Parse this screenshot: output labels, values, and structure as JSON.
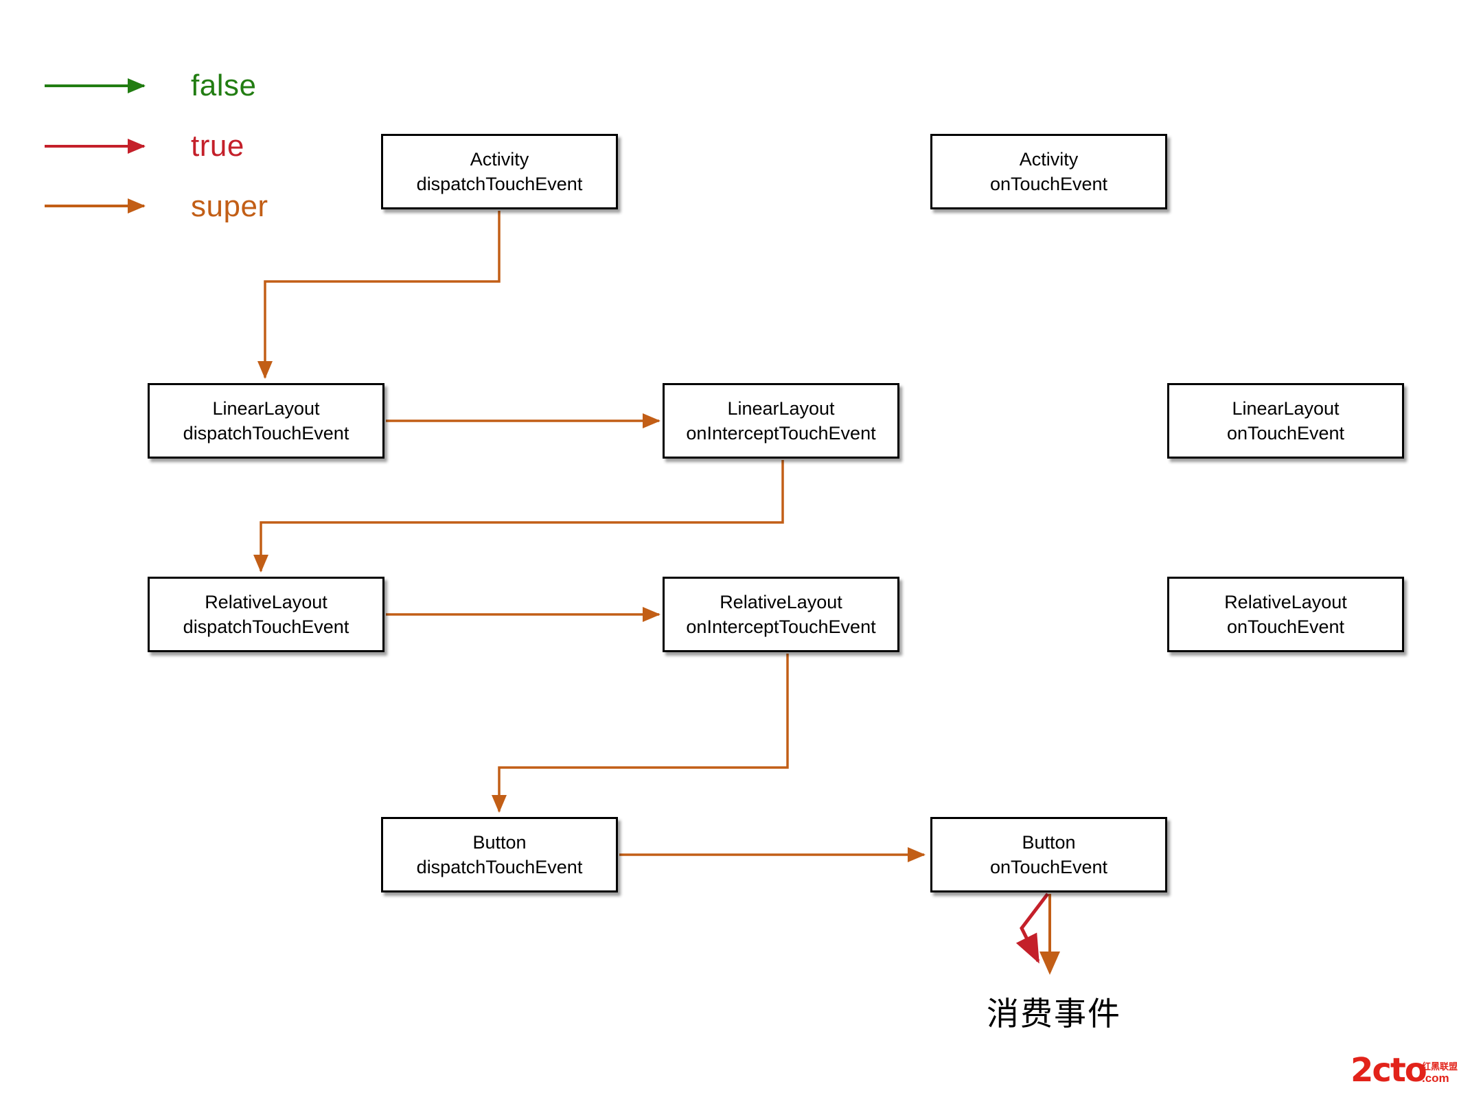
{
  "legend": {
    "items": [
      {
        "label": "false",
        "color": "#227D12"
      },
      {
        "label": "true",
        "color": "#C4202A"
      },
      {
        "label": "super",
        "color": "#C25E16"
      }
    ]
  },
  "nodes": {
    "activity_dispatch": {
      "line1": "Activity",
      "line2": "dispatchTouchEvent"
    },
    "activity_ontouch": {
      "line1": "Activity",
      "line2": "onTouchEvent"
    },
    "linearlayout_dispatch": {
      "line1": "LinearLayout",
      "line2": "dispatchTouchEvent"
    },
    "linearlayout_intercept": {
      "line1": "LinearLayout",
      "line2": "onInterceptTouchEvent"
    },
    "linearlayout_ontouch": {
      "line1": "LinearLayout",
      "line2": "onTouchEvent"
    },
    "relativelayout_dispatch": {
      "line1": "RelativeLayout",
      "line2": "dispatchTouchEvent"
    },
    "relativelayout_intercept": {
      "line1": "RelativeLayout",
      "line2": "onInterceptTouchEvent"
    },
    "relativelayout_ontouch": {
      "line1": "RelativeLayout",
      "line2": "onTouchEvent"
    },
    "button_dispatch": {
      "line1": "Button",
      "line2": "dispatchTouchEvent"
    },
    "button_ontouch": {
      "line1": "Button",
      "line2": "onTouchEvent"
    }
  },
  "annotations": {
    "consume_event": "消费事件"
  },
  "watermark": {
    "brand": "2cto",
    "tld": ".com",
    "tagline": "红黑联盟",
    "color": "#E2231A"
  },
  "colors": {
    "arrow_false": "#227D12",
    "arrow_true": "#C4202A",
    "arrow_super": "#C25E16",
    "box_border": "#000000",
    "box_fill": "#FFFFFF",
    "text": "#000000"
  }
}
